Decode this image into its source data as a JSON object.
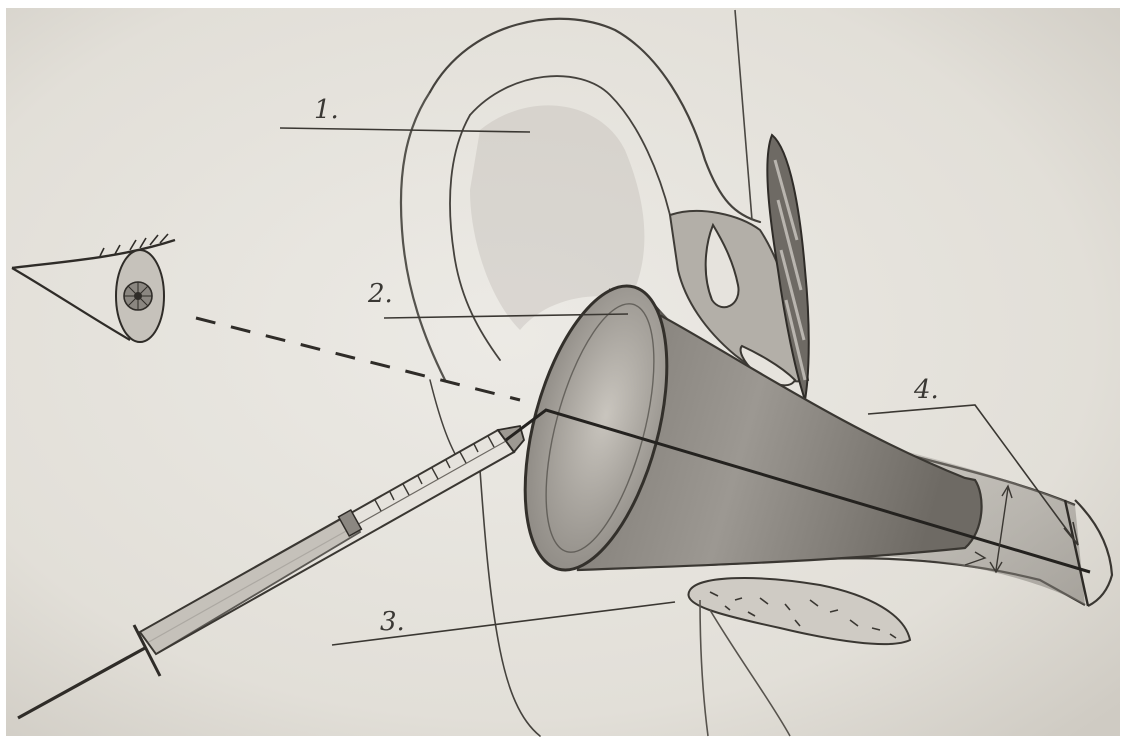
{
  "labels": {
    "one": "1.",
    "two": "2.",
    "three": "3.",
    "four": "4."
  },
  "colors": {
    "paper": "#e4e1db",
    "pencil": "#3e3b36",
    "shade": "#8a8680",
    "border": "#ffffff"
  }
}
